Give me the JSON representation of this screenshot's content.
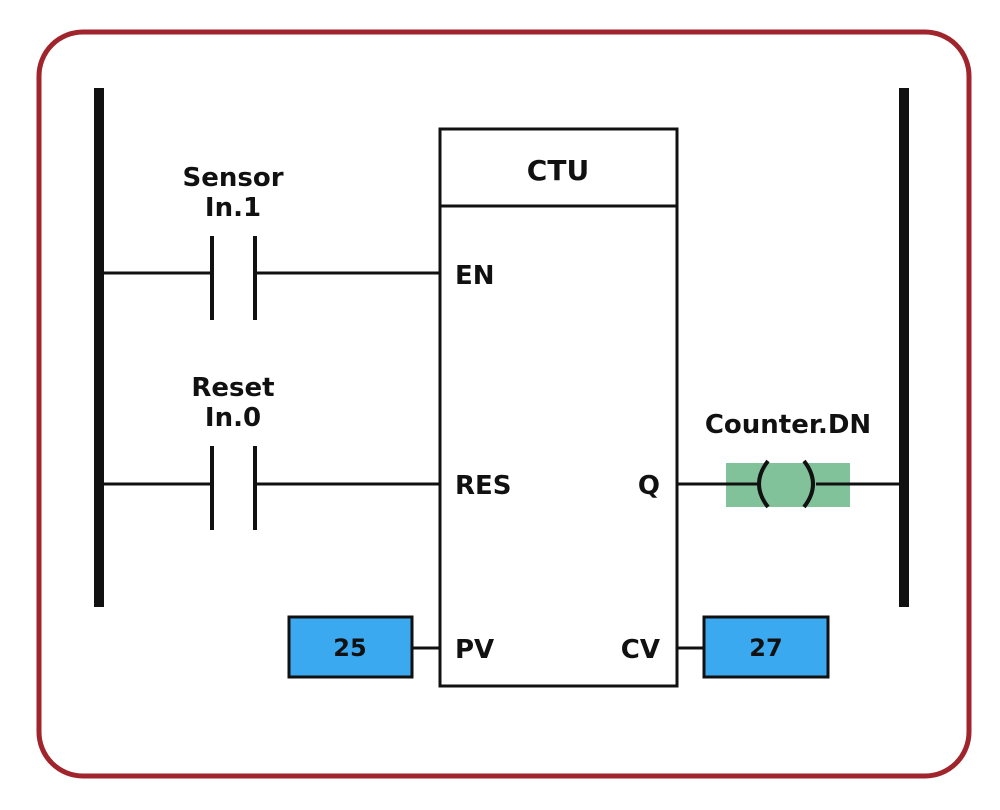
{
  "colors": {
    "frame": "#a0242c",
    "wire": "#111111",
    "value_box_fill": "#3aa9f0",
    "coil_highlight": "#82c29a"
  },
  "block": {
    "title": "CTU"
  },
  "inputs": {
    "en": {
      "pin": "EN",
      "contact_name": "Sensor",
      "contact_address": "In.1"
    },
    "res": {
      "pin": "RES",
      "contact_name": "Reset",
      "contact_address": "In.0"
    },
    "pv": {
      "pin": "PV",
      "value": "25"
    }
  },
  "outputs": {
    "q": {
      "pin": "Q",
      "coil_name": "Counter.DN"
    },
    "cv": {
      "pin": "CV",
      "value": "27"
    }
  }
}
